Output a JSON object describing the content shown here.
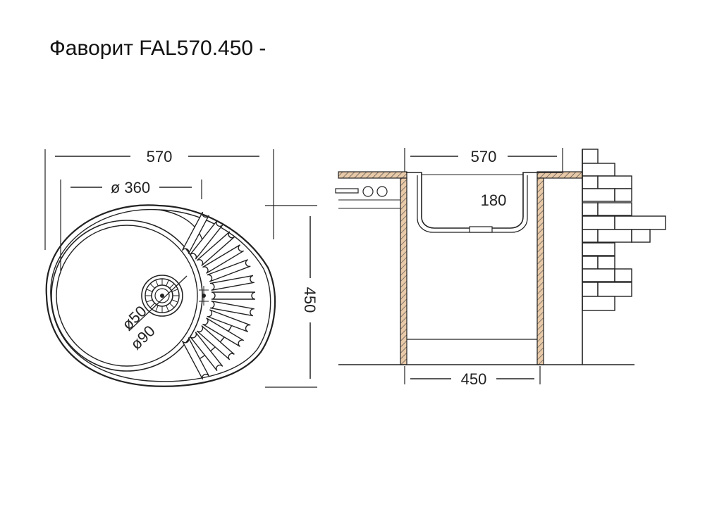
{
  "title": "Фаворит FAL570.450 -",
  "top_view": {
    "width_label": "570",
    "bowl_diameter_label": "ø 360",
    "depth_label": "450",
    "drain_inner_label": "ø50",
    "drain_outer_label": "ø90"
  },
  "side_view": {
    "width_label": "570",
    "bowl_depth_label": "180",
    "cabinet_width_label": "450"
  },
  "colors": {
    "line": "#222222",
    "hatch_fill": "#e8c9a8",
    "background": "#ffffff"
  }
}
